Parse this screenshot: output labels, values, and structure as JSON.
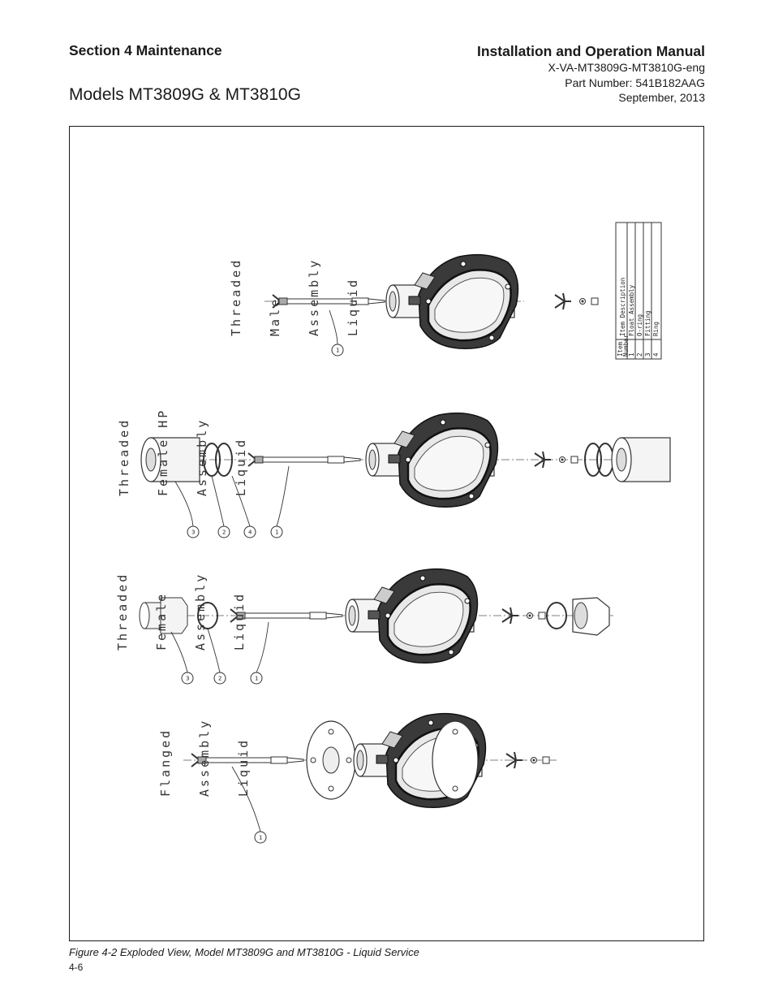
{
  "header": {
    "section": "Section 4 Maintenance",
    "models": "Models MT3809G & MT3810G",
    "manual_title": "Installation and Operation Manual",
    "doc_id": "X-VA-MT3809G-MT3810G-eng",
    "part_number": "Part Number: 541B182AAG",
    "date": "September, 2013"
  },
  "figure": {
    "caption": "Figure 4-2 Exploded View, Model MT3809G and MT3810G - Liquid Service",
    "page_number": "4-6",
    "assemblies": [
      {
        "label_lines": [
          "Threaded",
          "Male",
          "Assembly",
          "Liquid"
        ],
        "balloons": [
          "1"
        ]
      },
      {
        "label_lines": [
          "Threaded",
          "Female HP",
          "Assembly",
          "Liquid"
        ],
        "balloons": [
          "3",
          "2",
          "4",
          "1"
        ]
      },
      {
        "label_lines": [
          "Threaded",
          "Female",
          "Assembly",
          "Liquid"
        ],
        "balloons": [
          "3",
          "2",
          "1"
        ]
      },
      {
        "label_lines": [
          "Flanged",
          "Assembly",
          "Liquid"
        ],
        "balloons": [
          "1"
        ]
      }
    ],
    "parts_table": {
      "headers": [
        "Item Number",
        "Item Description"
      ],
      "rows": [
        {
          "number": "1",
          "description": "Float Assembly"
        },
        {
          "number": "2",
          "description": "O-ring"
        },
        {
          "number": "3",
          "description": "Fitting"
        },
        {
          "number": "4",
          "description": "Ring"
        }
      ]
    }
  }
}
